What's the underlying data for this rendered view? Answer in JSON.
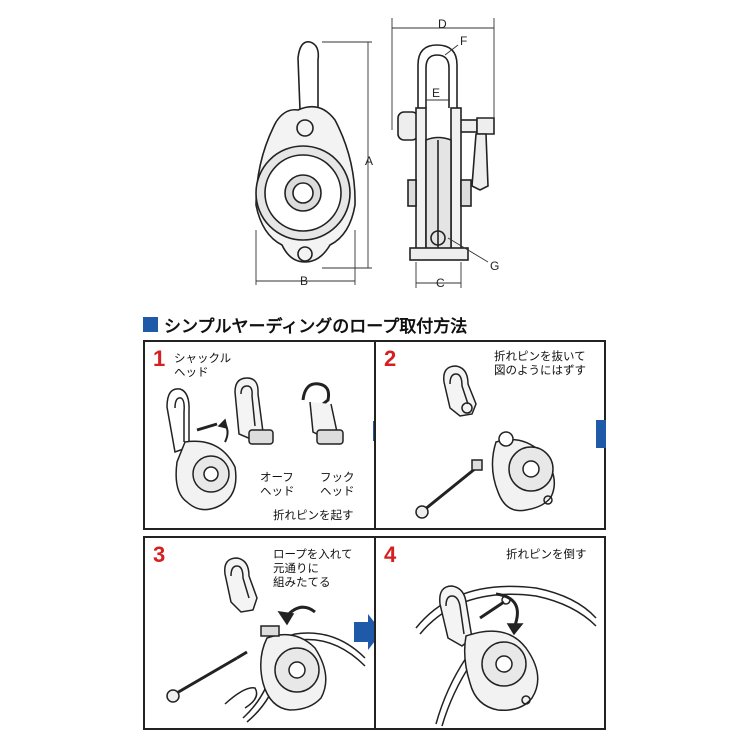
{
  "dimensions": {
    "a": "A",
    "b": "B",
    "c": "C",
    "d": "D",
    "e": "E",
    "f": "F",
    "g": "G"
  },
  "section_title": "シンプルヤーディングのロープ取付方法",
  "steps": [
    {
      "number": "1",
      "label_shackle": "シャックル\nヘッド",
      "label_eye": "オーフ\nヘッド",
      "label_hook": "フック\nヘッド",
      "caption": "折れピンを起す"
    },
    {
      "number": "2",
      "caption": "折れピンを抜いて\n図のようにはずす"
    },
    {
      "number": "3",
      "caption": "ロープを入れて\n元通りに\n組みたてる"
    },
    {
      "number": "4",
      "caption": "折れピンを倒す"
    }
  ],
  "colors": {
    "accent_blue": "#1f5aa8",
    "step_red": "#d42020"
  }
}
